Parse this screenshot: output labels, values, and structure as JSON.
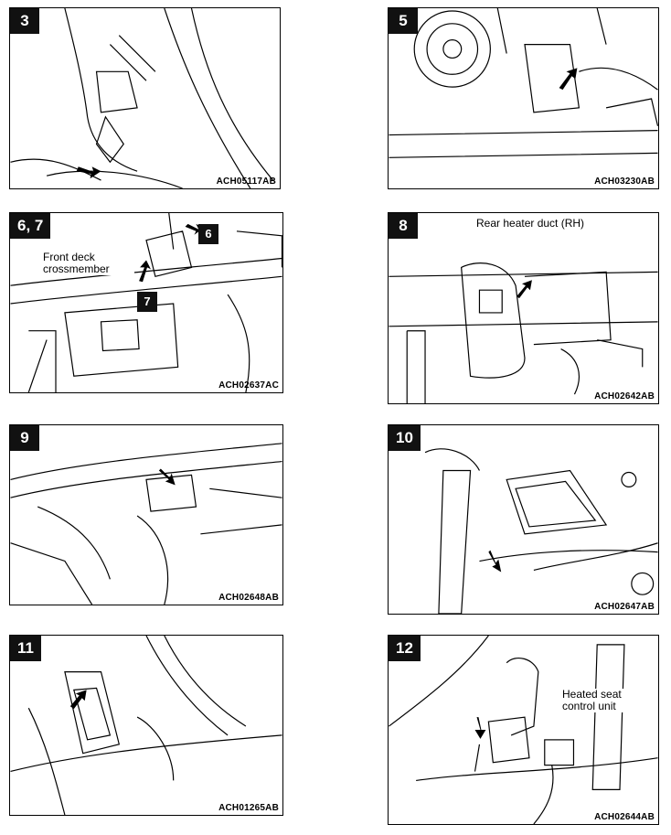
{
  "panels": [
    {
      "step": "3",
      "code": "ACH05117AB"
    },
    {
      "step": "5",
      "code": "ACH03230AB"
    },
    {
      "step": "6, 7",
      "code": "ACH02637AC",
      "label": "Front deck crossmember",
      "callouts": [
        "6",
        "7"
      ]
    },
    {
      "step": "8",
      "code": "ACH02642AB",
      "label": "Rear heater duct (RH)"
    },
    {
      "step": "9",
      "code": "ACH02648AB"
    },
    {
      "step": "10",
      "code": "ACH02647AB"
    },
    {
      "step": "11",
      "code": "ACH01265AB"
    },
    {
      "step": "12",
      "code": "ACH02644AB",
      "label": "Heated seat control unit"
    }
  ]
}
